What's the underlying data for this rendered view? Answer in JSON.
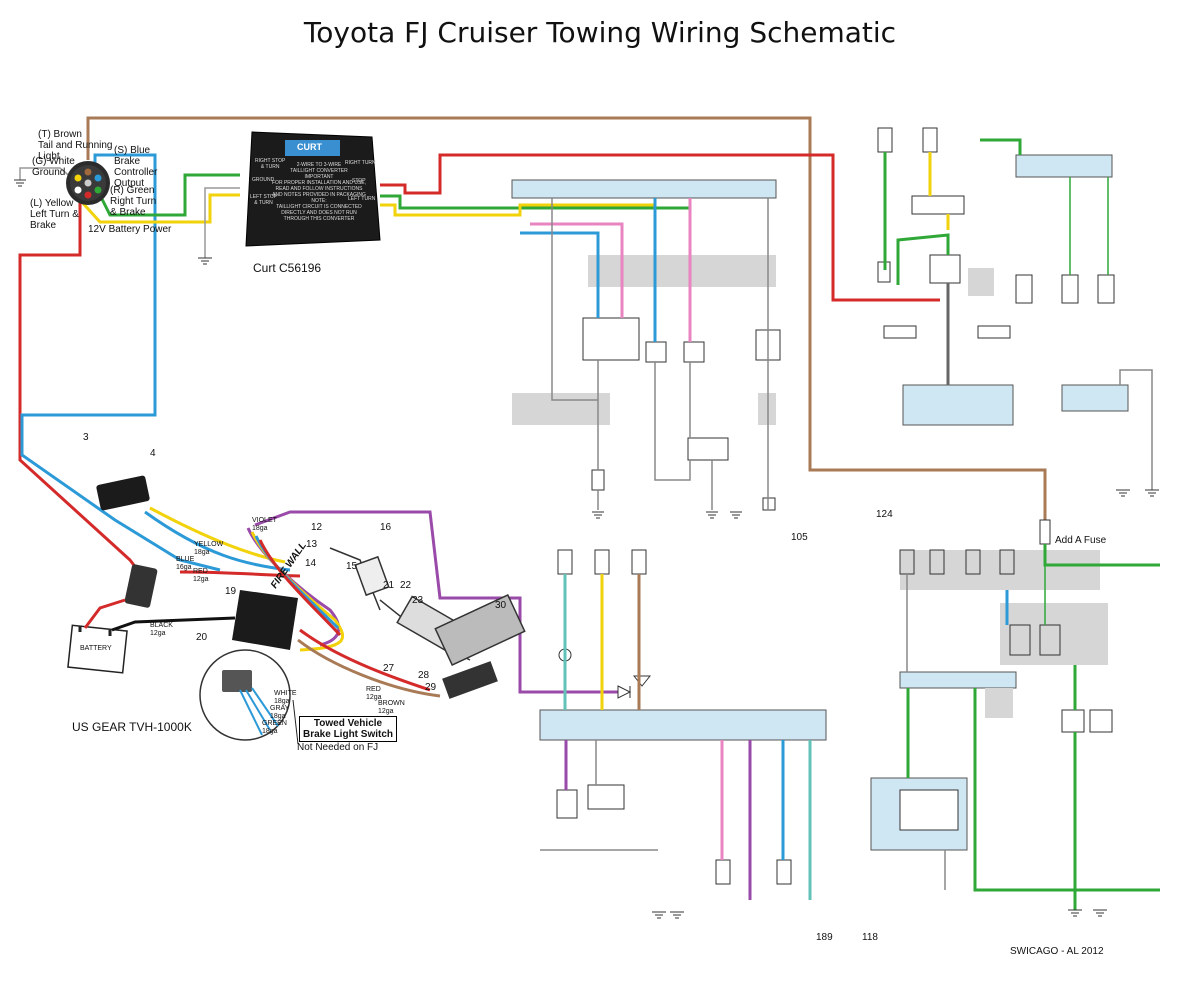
{
  "title": "Toyota FJ Cruiser Towing Wiring Schematic",
  "connector": {
    "pins": [
      {
        "label": "(T) Brown\nTail and Running\nLight",
        "color": "#a06a3c"
      },
      {
        "label": "(G) White\nGround",
        "color": "#ffffff"
      },
      {
        "label": "(L) Yellow\nLeft Turn &\nBrake",
        "color": "#f2d20a"
      },
      {
        "label": "(S) Blue\nBrake\nController\nOutput",
        "color": "#2d9ad8"
      },
      {
        "label": "(R) Green\nRight Turn\n& Brake",
        "color": "#2fa838"
      }
    ],
    "battery_label": "12V Battery Power"
  },
  "converter": {
    "name": "Curt C56196",
    "brand": "CURT",
    "left_labels": [
      "RIGHT STOP\n& TURN",
      "GROUND",
      "LEFT STOP\n& TURN"
    ],
    "right_labels": [
      "RIGHT TURN",
      "STOP",
      "LEFT TURN"
    ],
    "body_text": "2-WIRE TO 3-WIRE\nTAILLIGHT CONVERTER\nIMPORTANT\nFOR PROPER INSTALLATION AND USE,\nREAD AND FOLLOW INSTRUCTIONS\nAND NOTES PROVIDED IN PACKAGING\nNOTE:\nTAILLIGHT CIRCUIT IS CONNECTED\nDIRECTLY AND DOES NOT RUN\nTHROUGH THIS CONVERTER"
  },
  "brake_controller": {
    "name": "US GEAR  TVH-1000K",
    "callouts": [
      "3",
      "4",
      "12",
      "13",
      "14",
      "15",
      "16",
      "19",
      "20",
      "21",
      "22",
      "23",
      "27",
      "28",
      "29",
      "30"
    ],
    "wire_tags": [
      "VIOLET\n18ga",
      "YELLOW\n18ga",
      "BLUE\n16ga",
      "RED\n12ga",
      "BLACK\n12ga",
      "RED\n12ga",
      "BROWN\n12ga",
      "WHITE\n18ga",
      "GRAY\n18ga",
      "GREEN\n18ga"
    ],
    "battery_label": "BATTERY",
    "fire_wall": "FIRE WALL",
    "towed_vehicle_box": "Towed Vehicle\nBrake Light Switch",
    "not_needed": "Not Needed on FJ"
  },
  "page_numbers": [
    "105",
    "124",
    "189",
    "118"
  ],
  "fuse_note": "Add A Fuse",
  "credit": "SWICAGO - AL 2012",
  "colors": {
    "red": "#d42a2a",
    "blue": "#2d9ad8",
    "green": "#2fa838",
    "yellow": "#f2d20a",
    "brown": "#a87a55",
    "violet": "#9a4aa8",
    "pink": "#e884c0",
    "teal": "#62c2b8",
    "gray_band": "#d6d6d6",
    "ecu_fill": "#cfe6f3"
  }
}
